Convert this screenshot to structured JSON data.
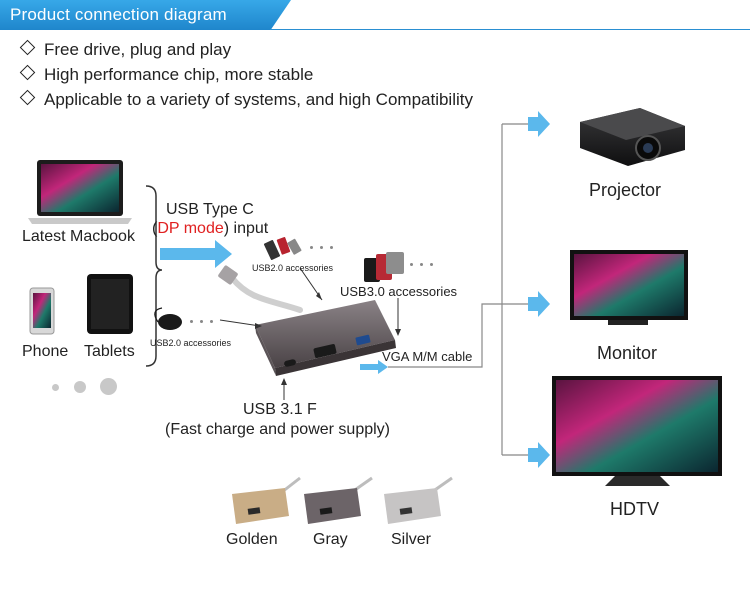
{
  "header": {
    "title": "Product connection diagram"
  },
  "features": [
    "Free drive, plug and play",
    "High performance chip, more stable",
    "Applicable to a variety of systems, and high Compatibility"
  ],
  "sources": {
    "macbook": "Latest Macbook",
    "phone": "Phone",
    "tablets": "Tablets"
  },
  "input": {
    "line1": "USB Type C",
    "paren_open": "(",
    "dp_mode": "DP mode",
    "line2_rest": ") input"
  },
  "ports": {
    "usb2_top": "USB2.0 accessories",
    "usb3": "USB3.0 accessories",
    "usb2_left": "USB2.0 accessories",
    "vga": "VGA M/M cable",
    "usbc_line1": "USB 3.1 F",
    "usbc_line2": "(Fast charge and power supply)"
  },
  "outputs": {
    "projector": "Projector",
    "monitor": "Monitor",
    "hdtv": "HDTV"
  },
  "colors_options": [
    "Golden",
    "Gray",
    "Silver"
  ],
  "colors": {
    "accent": "#2a8fd2",
    "arrow": "#5bb8ec",
    "highlight_red": "#e02020",
    "golden": "#c9ad86",
    "gray": "#6c6468",
    "silver": "#c6c4c4"
  }
}
